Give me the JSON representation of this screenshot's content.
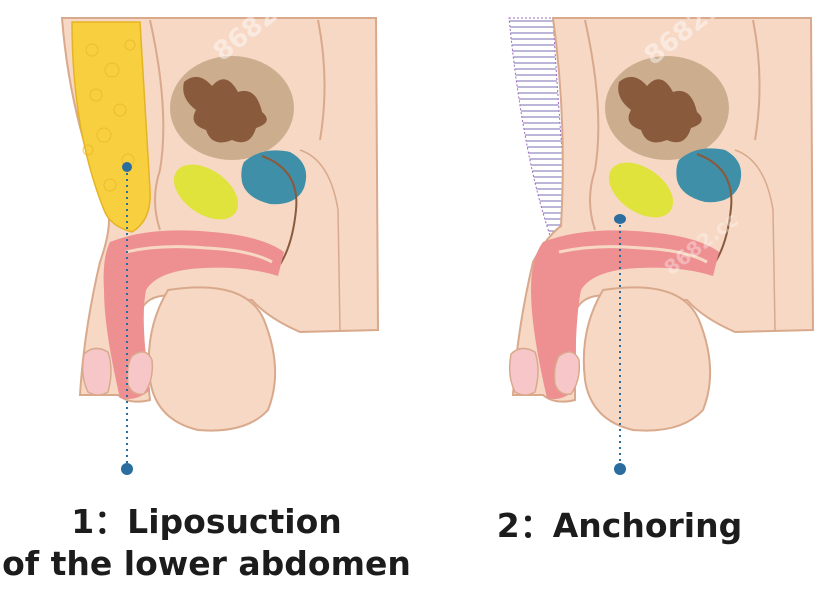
{
  "captions": {
    "step1_line1": "1：Liposuction",
    "step1_line2": "of the lower abdomen",
    "step2_line1": "2：Anchoring"
  },
  "watermark": "8682.cc",
  "colors": {
    "skin": "#f6d8c4",
    "skin_outline": "#d9a98c",
    "fat": "#f7cf3f",
    "bladder": "#ccae8f",
    "gland_yellow": "#dfe33b",
    "gland_blue": "#3f8fa8",
    "urethra_pink": "#ee8f92",
    "marker_blue": "#2c6d9f",
    "caption_text": "#1c1c1c"
  }
}
